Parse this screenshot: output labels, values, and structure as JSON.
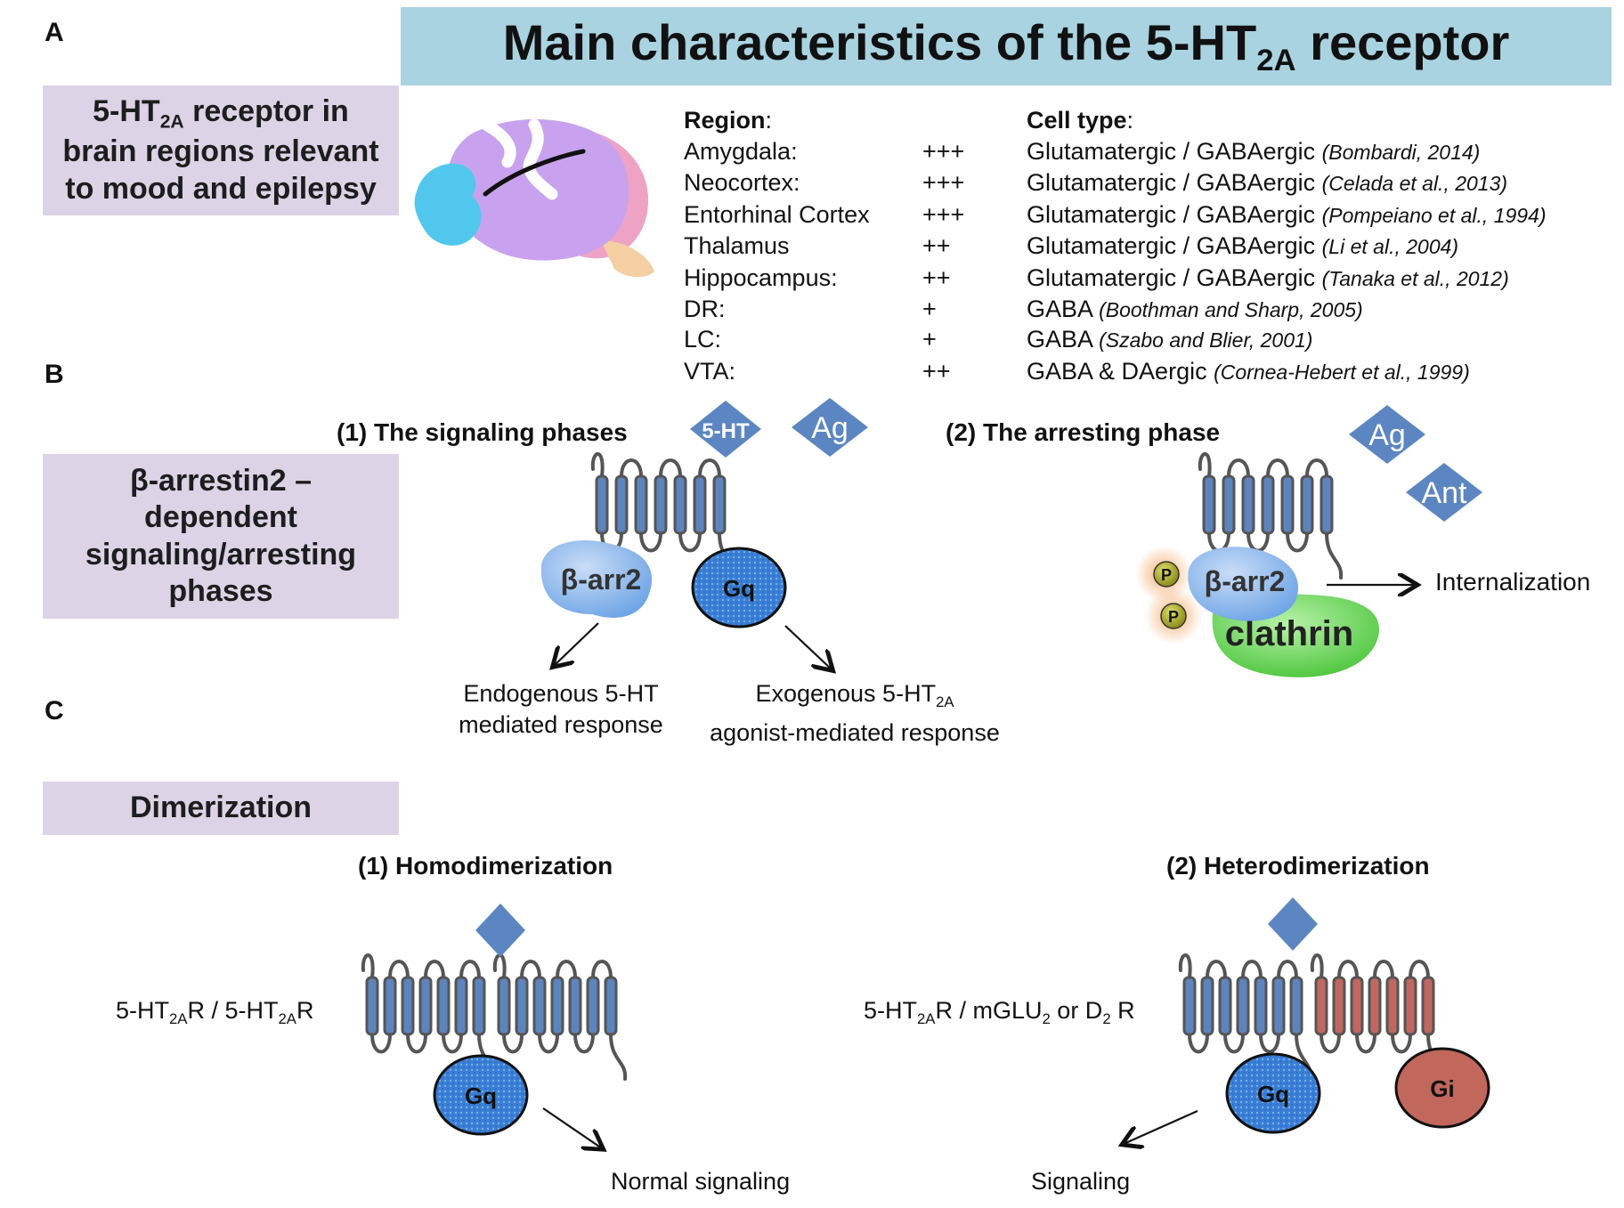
{
  "panel_letters": [
    "A",
    "B",
    "C"
  ],
  "title": {
    "prefix": "Main characteristics of the 5-HT",
    "sub": "2A",
    "suffix": " receptor"
  },
  "section_a": {
    "box": {
      "line1_prefix": "5-HT",
      "line1_sub": "2A",
      "line1_suffix": " receptor in",
      "line2": "brain regions relevant",
      "line3": "to mood and epilepsy"
    },
    "region_header": "Region",
    "celltype_header": "Cell type",
    "header_colon": ":",
    "rows": [
      {
        "region": "Amygdala:",
        "density": "+++",
        "cell": "Glutamatergic / GABAergic",
        "cite": "(Bombardi, 2014)"
      },
      {
        "region": "Neocortex:",
        "density": "+++",
        "cell": "Glutamatergic / GABAergic",
        "cite": "(Celada et al., 2013)"
      },
      {
        "region": "Entorhinal Cortex",
        "density": "+++",
        "cell": "Glutamatergic / GABAergic",
        "cite": "(Pompeiano et al., 1994)"
      },
      {
        "region": "Thalamus",
        "density": "++",
        "cell": "Glutamatergic / GABAergic",
        "cite": "(Li et al., 2004)"
      },
      {
        "region": "Hippocampus:",
        "density": "++",
        "cell": "Glutamatergic / GABAergic",
        "cite": "(Tanaka et al., 2012)"
      },
      {
        "region": "DR:",
        "density": "+",
        "cell": "GABA",
        "cite": "(Boothman and Sharp, 2005)"
      },
      {
        "region": "LC:",
        "density": "+",
        "cell": "GABA",
        "cite": "(Szabo and Blier, 2001)"
      },
      {
        "region": "VTA:",
        "density": "++",
        "cell": "GABA & DAergic",
        "cite": "(Cornea-Hebert et al., 1999)"
      }
    ]
  },
  "section_b": {
    "box": {
      "line1": "β-arrestin2 –",
      "line2": "dependent",
      "line3": "signaling/arresting",
      "line4": "phases"
    },
    "signaling_title": "(1) The signaling phases",
    "arresting_title": "(2) The arresting phase",
    "ligand_5ht": "5-HT",
    "ligand_ag": "Ag",
    "ligand_ant": "Ant",
    "barr2": "β-arr2",
    "gq": "Gq",
    "phospho": "P",
    "clathrin": "clathrin",
    "internalization": "Internalization",
    "endogenous": {
      "line1": "Endogenous 5-HT",
      "line2": "mediated response"
    },
    "exogenous": {
      "line1_prefix": "Exogenous 5-HT",
      "line1_sub": "2A",
      "line2": "agonist-mediated response"
    }
  },
  "section_c": {
    "box": "Dimerization",
    "homo_title": "(1) Homodimerization",
    "hetero_title": "(2) Heterodimerization",
    "homo_label": {
      "a": "5-HT",
      "a_sub": "2A",
      "b": "R / 5-HT",
      "b_sub": "2A",
      "c": "R"
    },
    "hetero_label": {
      "a": "5-HT",
      "a_sub": "2A",
      "b": "R / mGLU",
      "b_sub": "2",
      "c": " or D",
      "c_sub": "2",
      "d": " R"
    },
    "gq": "Gq",
    "gi": "Gi",
    "normal_signaling": "Normal signaling",
    "signaling": "Signaling"
  },
  "colors": {
    "title_bar": "#a9d3e0",
    "label_box": "#dcd3e6",
    "receptor_blue": "#5d84bd",
    "receptor_red": "#c0675f",
    "gq_blue": "#3a7fd6",
    "gi_red": "#c2675c",
    "clathrin_green": "#5ccf4a",
    "ligand_diamond": "#5c86c2"
  }
}
